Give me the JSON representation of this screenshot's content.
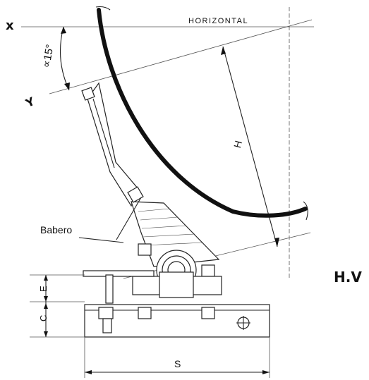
{
  "labels": {
    "horizontal": "HORIZONTAL",
    "x_axis": "x",
    "y_axis": "Y",
    "angle": "∝15°",
    "height": "H",
    "bib": "Babero",
    "dim_e": "E",
    "dim_c": "C",
    "dim_s": "S",
    "view": "H.V"
  },
  "colors": {
    "ink": "#111111",
    "paper": "#ffffff"
  }
}
